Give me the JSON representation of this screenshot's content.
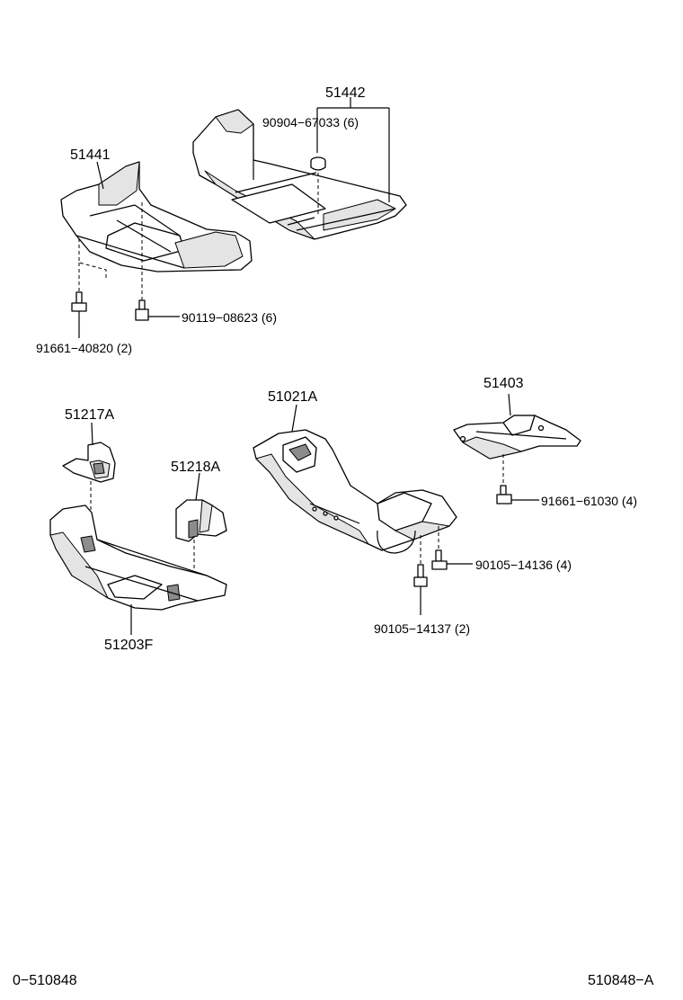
{
  "parts": {
    "p51442": "51442",
    "p90904": "90904−67033 (6)",
    "p51441": "51441",
    "p90119": "90119−08623 (6)",
    "p91661a": "91661−40820 (2)",
    "p51021A": "51021A",
    "p51403": "51403",
    "p91661b": "91661−61030 (4)",
    "p51217A": "51217A",
    "p51218A": "51218A",
    "p90105a": "90105−14136 (4)",
    "p90105b": "90105−14137 (2)",
    "p51203F": "51203F"
  },
  "footer": {
    "left_code": "0−510848",
    "right_code": "510848−A"
  }
}
